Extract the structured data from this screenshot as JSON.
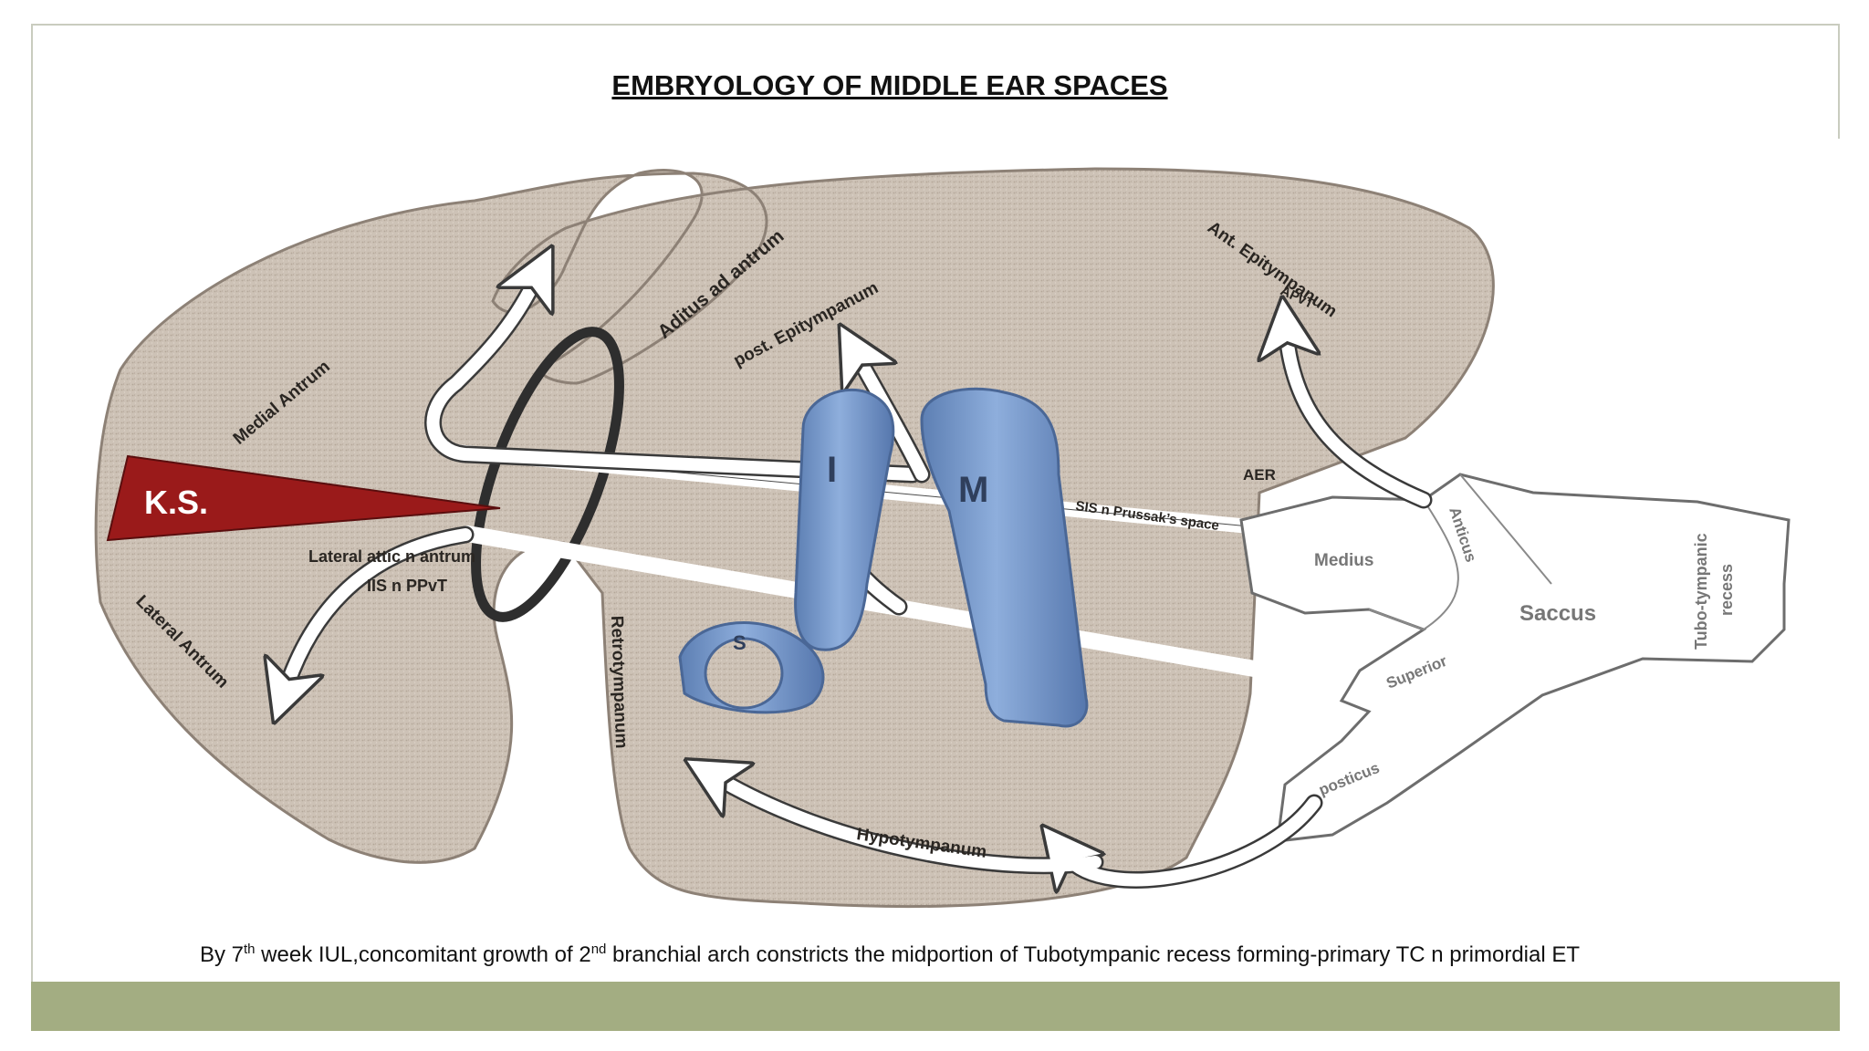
{
  "title": "EMBRYOLOGY OF MIDDLE EAR SPACES",
  "caption": {
    "p1": "By 7",
    "s1": "th",
    "p2": " week  IUL,concomitant growth of 2",
    "s2": "nd",
    "p3": " branchial arch constricts the midportion of Tubotympanic recess forming-primary TC n primordial ET"
  },
  "labels": {
    "ks": "K.S.",
    "medial_antrum": "Medial Antrum",
    "lateral_antrum": "Lateral Antrum",
    "aditus": "Aditus ad antrum",
    "post_epitympanum": "post. Epitympanum",
    "ant_epitympanum": "Ant. Epitympanum",
    "apvt": "APvT",
    "aer": "AER",
    "sis": "SIS n Prussak’s space",
    "lateral_attic_line1": "Lateral attic n antrum",
    "lateral_attic_line2": "IIS n PPvT",
    "retrotympanum": "Retrotympanum",
    "hypotympanum": "Hypotympanum",
    "incus": "I",
    "malleus": "M",
    "stapes": "S",
    "medius": "Medius",
    "anticus": "Anticus",
    "saccus": "Saccus",
    "superior": "Superior",
    "posticus": "posticus",
    "tubo_line1": "Tubo-tympanic",
    "tubo_line2": "recess"
  },
  "colors": {
    "background": "#ffffff",
    "footer_bar": "#a3ad82",
    "cavity_fill": "#cbbfb3",
    "ks_wedge": "#9a1a1a",
    "ossicle_blue": "#7f9fcf",
    "saccus_fill": "#ffffff",
    "ring": "#2e2e2e"
  }
}
